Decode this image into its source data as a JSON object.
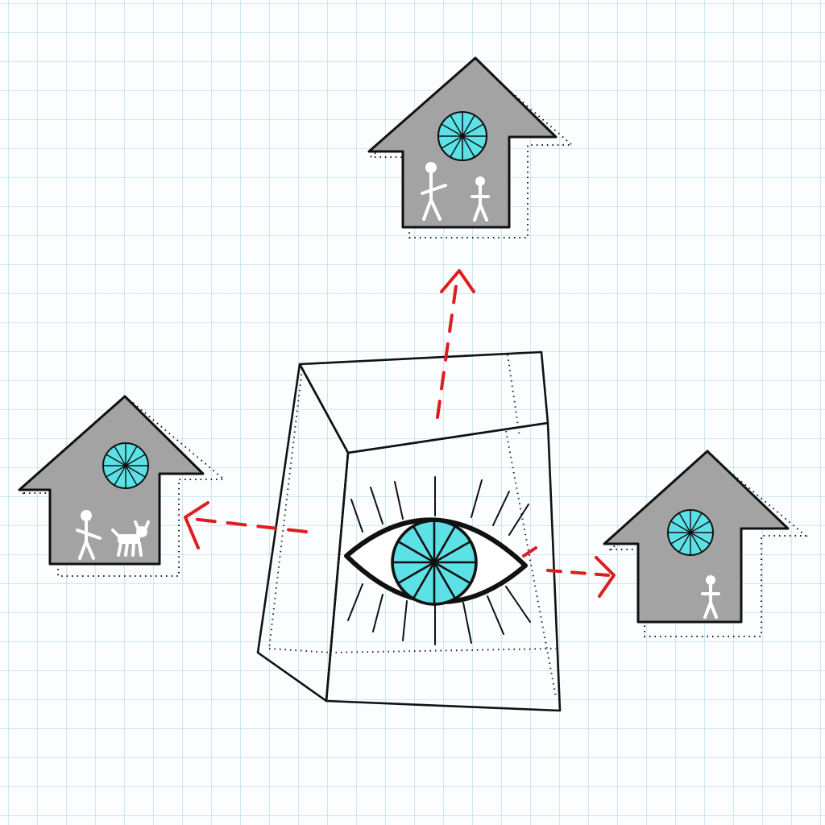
{
  "colors": {
    "paper": "#fbfdfe",
    "grid_line": "#a8d8ec",
    "house_fill": "#a3a3a3",
    "iris": "#5ce1e6",
    "ink": "#111111",
    "arrow_red": "#dd1e1e",
    "figure_white": "#ffffff"
  },
  "diagram": {
    "center_object": {
      "kind": "box",
      "icon": "eye-icon"
    },
    "houses": [
      {
        "id": "top",
        "icon": "eye-window-icon",
        "occupants": [
          "person",
          "person"
        ]
      },
      {
        "id": "left",
        "icon": "eye-window-icon",
        "occupants": [
          "person",
          "dog"
        ]
      },
      {
        "id": "right",
        "icon": "eye-window-icon",
        "occupants": [
          "person"
        ]
      }
    ],
    "arrows": [
      {
        "from": "box",
        "to": "top",
        "style": "dashed"
      },
      {
        "from": "box",
        "to": "left",
        "style": "dashed"
      },
      {
        "from": "box",
        "to": "right",
        "style": "dashed"
      }
    ]
  }
}
